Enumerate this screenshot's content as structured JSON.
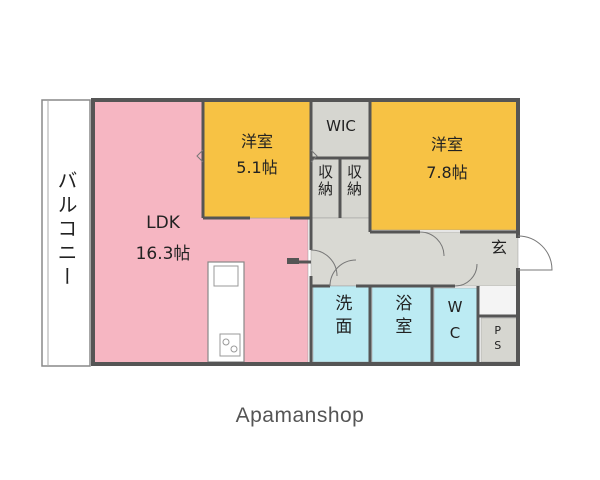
{
  "colors": {
    "ldk": "#f6b6c2",
    "bedroom": "#f7c244",
    "wet": "#bcebf3",
    "hall": "#d9d9d3",
    "wall": "#555555",
    "storage": "#d6d6d0"
  },
  "rooms": {
    "balcony": "バルコニー",
    "ldk_name": "LDK",
    "ldk_size": "16.3帖",
    "bed1_name": "洋室",
    "bed1_size": "5.1帖",
    "bed2_name": "洋室",
    "bed2_size": "7.8帖",
    "wic": "WIC",
    "closet1": "収納",
    "closet2": "収納",
    "entrance": "玄",
    "washroom": "洗面",
    "bath": "浴室",
    "wc": "WC",
    "ps": "PS"
  },
  "brand": "Apamanshop"
}
